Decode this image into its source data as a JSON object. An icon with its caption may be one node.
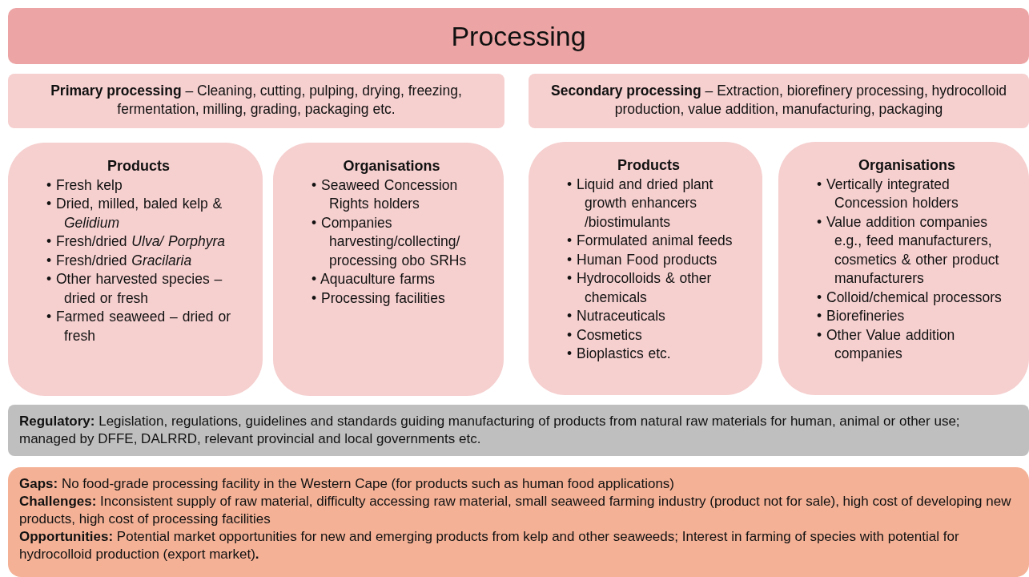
{
  "diagram": {
    "nodes": [
      {
        "text": [
          "Processing"
        ]
      },
      {
        "text": [
          "**Primary processing**  – Cleaning, cutting, pulping, drying, freezing, fermentation, milling, grading, packaging etc."
        ]
      },
      {
        "text": [
          "**Secondary processing** – Extraction, biorefinery processing, hydrocolloid production, value addition, manufacturing, packaging"
        ]
      },
      {
        "text": [
          "Products",
          "• Fresh kelp",
          "• Dried, milled, baled kelp & *Gelidium*",
          "• Fresh/dried *Ulva/ Porphyra*",
          "• Fresh/dried *Gracilaria*",
          "• Other harvested species – dried or fresh",
          "• Farmed seaweed – dried or fresh"
        ]
      },
      {
        "text": [
          "Organisations",
          "• Seaweed Concession Rights holders",
          "• Companies harvesting/collecting/ processing obo SRHs",
          "• Aquaculture farms",
          "• Processing facilities"
        ]
      },
      {
        "text": [
          "Products",
          "• Liquid and dried plant growth enhancers /biostimulants",
          "• Formulated animal feeds",
          "• Human Food products",
          "• Hydrocolloids & other chemicals",
          "• Nutraceuticals",
          "• Cosmetics",
          "• Bioplastics etc."
        ]
      },
      {
        "text": [
          "Organisations",
          "• Vertically integrated Concession holders",
          "• Value addition companies e.g., feed manufacturers, cosmetics & other product manufacturers",
          "• Colloid/chemical processors",
          "• Biorefineries",
          "• Other Value addition companies"
        ]
      },
      {
        "text": [
          "**Regulatory:**  Legislation, regulations, guidelines and standards guiding manufacturing of products from natural raw materials for human, animal or other use; managed by DFFE, DALRRD, relevant provincial and local governments etc."
        ]
      },
      {
        "text": [
          "**Gaps:** No food-grade processing facility in the Western Cape (for products such as human food applications)",
          "**Challenges:** Inconsistent supply of raw material, difficulty accessing raw material, small seaweed farming industry (product not for sale), high cost of developing new products, high cost of processing facilities",
          "**Opportunities:** Potential market opportunities for new and emerging products from kelp and other seaweeds; Interest in farming of species with potential for hydrocolloid production (export market)**.**"
        ]
      }
    ]
  }
}
